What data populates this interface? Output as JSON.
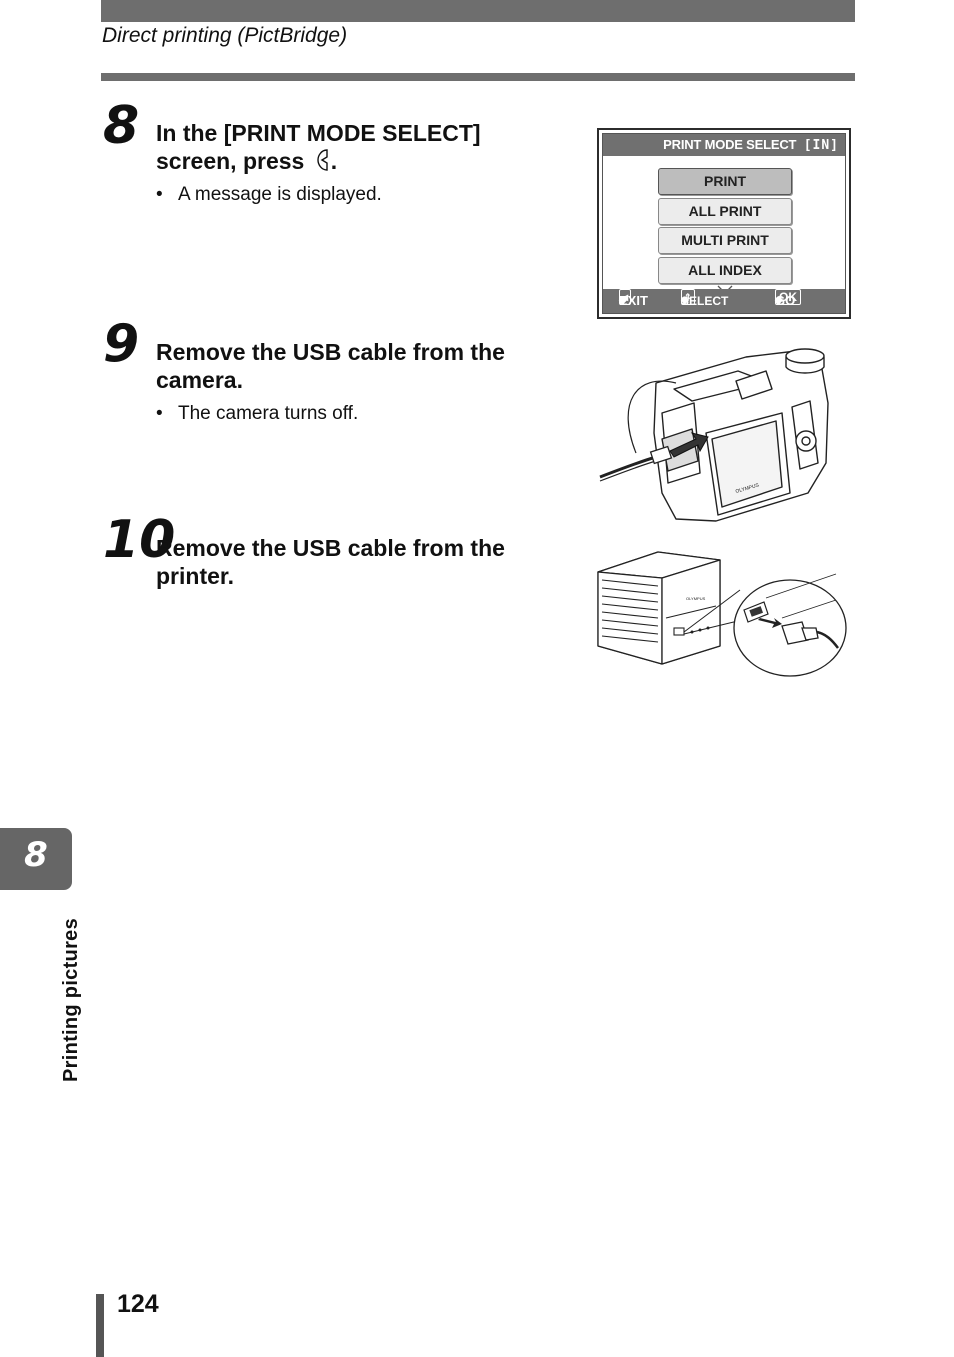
{
  "header": {
    "title": "Direct printing (PictBridge)"
  },
  "steps": [
    {
      "number": "8",
      "title_line1": "In the [PRINT MODE SELECT]",
      "title_line2": "screen, press",
      "bullet": "A message is displayed."
    },
    {
      "number": "9",
      "title_line1": "Remove the USB cable from the",
      "title_line2": "camera.",
      "bullet": "The camera turns off."
    },
    {
      "number": "10",
      "title_line1": "Remove the USB cable from the",
      "title_line2": "printer."
    }
  ],
  "lcd": {
    "title": "PRINT MODE SELECT",
    "memory_icon": "[IN]",
    "items": [
      "PRINT",
      "ALL PRINT",
      "MULTI PRINT",
      "ALL INDEX"
    ],
    "selected_index": 0,
    "footer_exit": "EXIT",
    "footer_select": "SELECT",
    "footer_go": "GO",
    "footer_ok": "OK"
  },
  "sidebar": {
    "chapter": "8",
    "label": "Printing pictures"
  },
  "page_number": "124",
  "colors": {
    "bar": "#6e6e6e",
    "lcd_header": "#707070",
    "tab": "#666666"
  }
}
